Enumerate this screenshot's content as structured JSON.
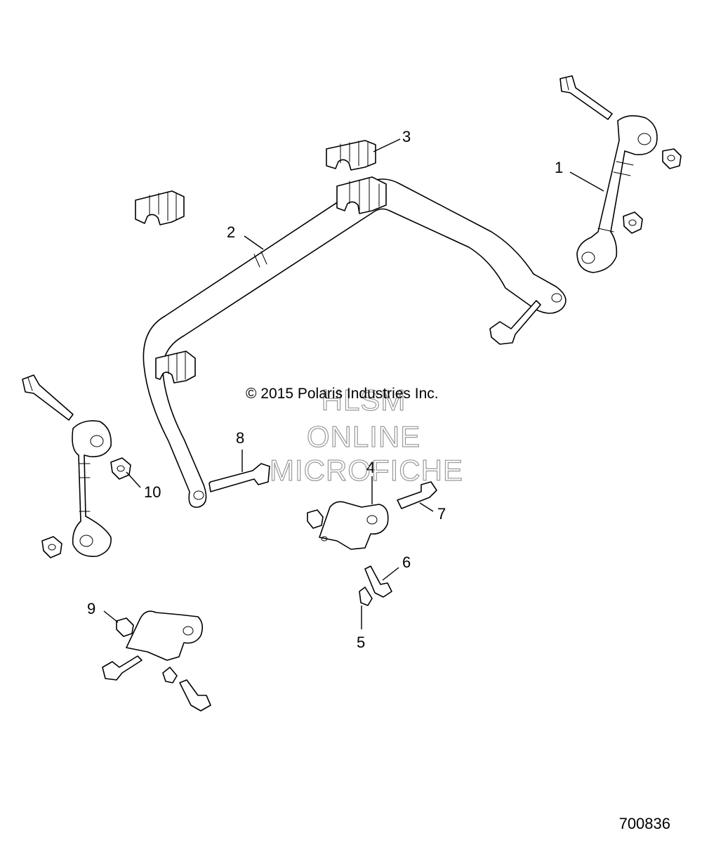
{
  "copyright": "© 2015 Polaris Industries Inc.",
  "watermark": {
    "line1": "HLSM",
    "line2": "ONLINE",
    "line3": "MICROFICHE"
  },
  "drawing_number": "700836",
  "callouts": [
    "1",
    "2",
    "3",
    "4",
    "5",
    "6",
    "7",
    "8",
    "9",
    "10"
  ]
}
